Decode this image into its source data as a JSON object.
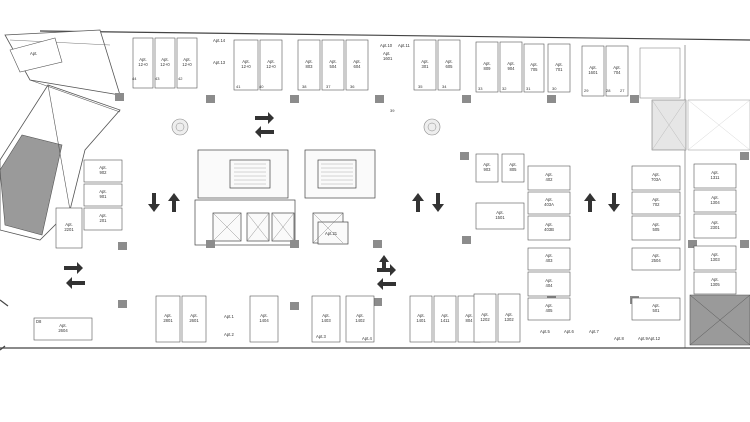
{
  "stalls": [
    {
      "id": "s1",
      "text": "Apt.\n12+0"
    },
    {
      "id": "s2",
      "text": "Apt.\n12+0"
    },
    {
      "id": "s3",
      "text": "Apt.\n12+0"
    },
    {
      "id": "s4",
      "text": "Apt.\n12+0"
    },
    {
      "id": "s5",
      "text": "Apt.\n12+0"
    },
    {
      "id": "s6",
      "text": "Apt.\n803"
    },
    {
      "id": "s7",
      "text": "Apt.\n504"
    },
    {
      "id": "s8",
      "text": "Apt.\n604"
    },
    {
      "id": "s9",
      "text": "Apt.\n301"
    },
    {
      "id": "s10",
      "text": "Apt.\n605"
    },
    {
      "id": "s11",
      "text": "Apt.\n809"
    },
    {
      "id": "s12",
      "text": "Apt.\n904"
    },
    {
      "id": "s13",
      "text": "Apt.\n705"
    },
    {
      "id": "s14",
      "text": "Apt.\n701"
    },
    {
      "id": "s15",
      "text": "Apt.\n1601"
    },
    {
      "id": "s16",
      "text": "Apt.\n704"
    },
    {
      "id": "s17",
      "text": "Apt.\n902"
    },
    {
      "id": "s18",
      "text": "Apt.\n901"
    },
    {
      "id": "s19",
      "text": "Apt.\n201"
    },
    {
      "id": "s20",
      "text": "Apt.\n2201"
    },
    {
      "id": "s21",
      "text": "Apt.\n903"
    },
    {
      "id": "s22",
      "text": "Apt.\n805"
    },
    {
      "id": "s23",
      "text": "Apt.\n1501"
    },
    {
      "id": "s24",
      "text": "Apt.\n402"
    },
    {
      "id": "s25",
      "text": "Apt.\n403A"
    },
    {
      "id": "s26",
      "text": "Apt.\n403B"
    },
    {
      "id": "s27",
      "text": "Apt.\n403"
    },
    {
      "id": "s28",
      "text": "Apt.\n404"
    },
    {
      "id": "s29",
      "text": "Apt.\n405"
    },
    {
      "id": "s30",
      "text": "Apt.\n703A"
    },
    {
      "id": "s31",
      "text": "Apt.\n702"
    },
    {
      "id": "s32",
      "text": "Apt.\n505"
    },
    {
      "id": "s33",
      "text": "Apt.\n1311"
    },
    {
      "id": "s34",
      "text": "Apt.\n1304"
    },
    {
      "id": "s35",
      "text": "Apt.\n2301"
    },
    {
      "id": "s36",
      "text": "Apt.\n1303"
    },
    {
      "id": "s37",
      "text": "Apt.\n1305"
    },
    {
      "id": "s38",
      "text": "Apt.\n2504"
    },
    {
      "id": "s39",
      "text": "Apt.\n501"
    },
    {
      "id": "s40",
      "text": "Apt.\n2801"
    },
    {
      "id": "s41",
      "text": "Apt.\n2601"
    },
    {
      "id": "s42",
      "text": "Apt.\n1404"
    },
    {
      "id": "s43",
      "text": "Apt.\n1403"
    },
    {
      "id": "s44",
      "text": "Apt.\n1402"
    },
    {
      "id": "s45",
      "text": "Apt.\n1401"
    },
    {
      "id": "s46",
      "text": "Apt.\n1411"
    },
    {
      "id": "s47",
      "text": "Apt.\n804"
    },
    {
      "id": "s48",
      "text": "Apt.\n1202"
    },
    {
      "id": "s49",
      "text": "Apt.\n1302"
    },
    {
      "id": "s50",
      "text": "Apt.\n2604"
    }
  ],
  "tags": [
    {
      "id": "t1",
      "text": "Apt.14"
    },
    {
      "id": "t2",
      "text": "Apt.13"
    },
    {
      "id": "t3",
      "text": "Apt.10"
    },
    {
      "id": "t4",
      "text": "Apt.11"
    },
    {
      "id": "t5",
      "text": "Apt.21"
    },
    {
      "id": "t6",
      "text": "Apt.1"
    },
    {
      "id": "t7",
      "text": "Apt.2"
    },
    {
      "id": "t8",
      "text": "Apt.3"
    },
    {
      "id": "t9",
      "text": "Apt.4"
    },
    {
      "id": "t10",
      "text": "Apt.5"
    },
    {
      "id": "t11",
      "text": "Apt.6"
    },
    {
      "id": "t12",
      "text": "Apt.7"
    },
    {
      "id": "t13",
      "text": "Apt.8"
    },
    {
      "id": "t14",
      "text": "Apt.9"
    },
    {
      "id": "t15",
      "text": "Apt.\n1601"
    },
    {
      "id": "t16",
      "text": "Apt.12"
    },
    {
      "id": "t17",
      "text": "D8"
    }
  ],
  "numbers": [
    "44",
    "43",
    "42",
    "41",
    "40",
    "39",
    "38",
    "37",
    "36",
    "35",
    "34",
    "33",
    "32",
    "31",
    "30",
    "29",
    "28",
    "27"
  ]
}
